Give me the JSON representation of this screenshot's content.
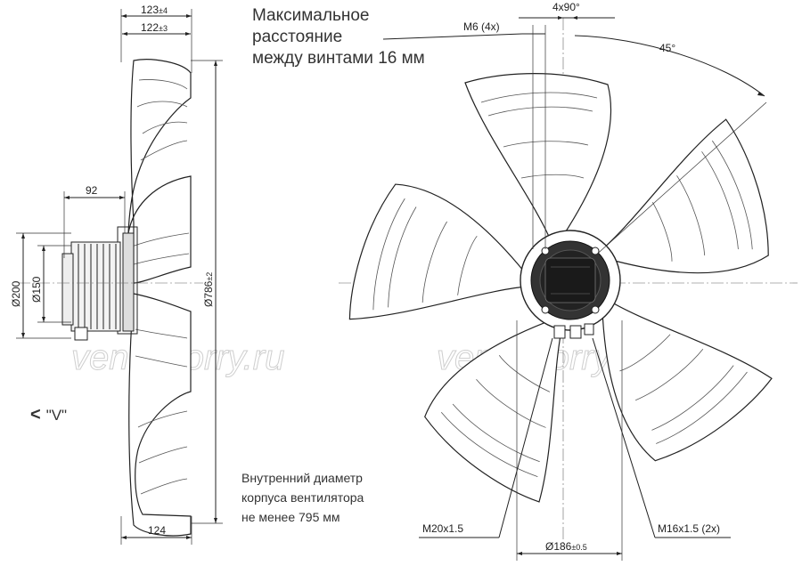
{
  "dimensions": {
    "width_total": "123",
    "width_total_tol": "±4",
    "width_inner": "122",
    "width_inner_tol": "±3",
    "motor_offset": "92",
    "diam_200": "Ø200",
    "diam_150": "Ø150",
    "diam_786": "Ø786",
    "diam_786_tol": "±2",
    "base_width": "124",
    "angle_4x90": "4x90°",
    "angle_45": "45°",
    "screw_m6": "M6 (4x)",
    "cable_m20": "M20x1.5",
    "cable_m16": "M16x1.5 (2x)",
    "hub_186": "Ø186",
    "hub_186_tol": "±0.5"
  },
  "notes": {
    "screw_spacing": [
      "Максимальное",
      "расстояние",
      "между винтами 16 мм"
    ],
    "housing_diameter": [
      "Внутренний диаметр",
      "корпуса вентилятора",
      "не менее 795 мм"
    ],
    "view_arrow": "<",
    "view_label": "\"V\""
  },
  "watermark": "ventilatorry.ru"
}
